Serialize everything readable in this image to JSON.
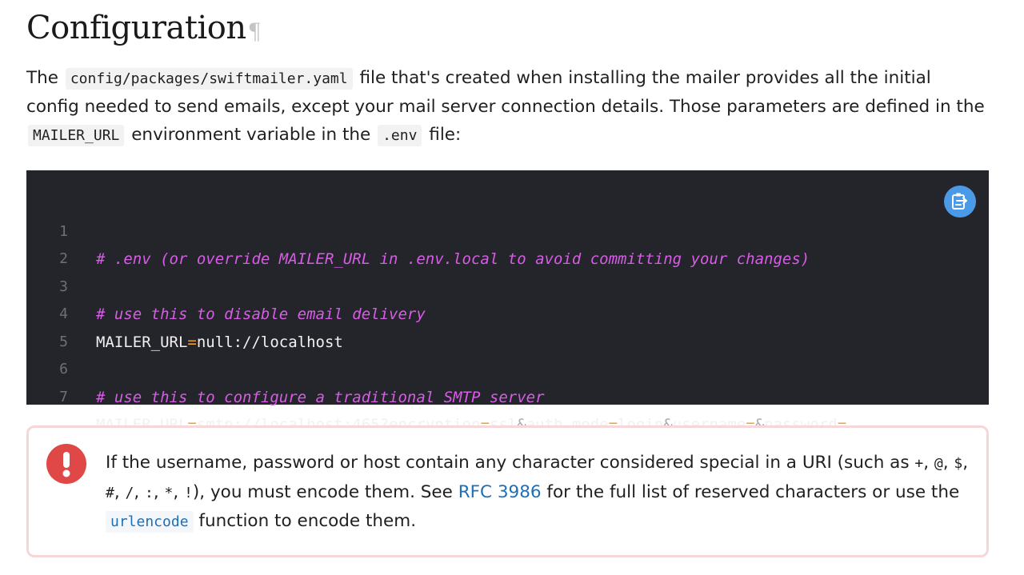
{
  "heading": {
    "title": "Configuration",
    "anchor": "¶"
  },
  "intro": {
    "t1": "The ",
    "code1": "config/packages/swiftmailer.yaml",
    "t2": " file that's created when installing the mailer provides all the initial config needed to send emails, except your mail server connection details. Those parameters are defined in the ",
    "code2": "MAILER_URL",
    "t3": " environment variable in the ",
    "code3": ".env",
    "t4": " file:"
  },
  "code_block": {
    "lines": [
      {
        "no": "1",
        "comment": "# .env (or override MAILER_URL in .env.local to avoid committing your changes)"
      },
      {
        "no": "2"
      },
      {
        "no": "3",
        "comment": "# use this to disable email delivery"
      },
      {
        "no": "4",
        "key": "MAILER_URL",
        "eq": "=",
        "value": "null://localhost"
      },
      {
        "no": "5"
      },
      {
        "no": "6",
        "comment": "# use this to configure a traditional SMTP server"
      },
      {
        "no": "7",
        "key": "MAILER_URL",
        "eq": "=",
        "value": "smtp://localhost:465?encryption",
        "eq2": "=",
        "v2": "ssl",
        "amp1": "&",
        "k3": "auth_mode",
        "eq3": "=",
        "v3": "login",
        "amp2": "&",
        "k4": "username",
        "eq4": "=",
        "amp3": "&",
        "k5": "password",
        "eq5": "="
      }
    ],
    "copy_icon": "copy-to-clipboard-icon"
  },
  "caution": {
    "icon": "exclamation-icon",
    "t1": "If the username, password or host contain any character considered special in a URI (such as ",
    "c_plus": "+",
    "sep": ", ",
    "c_at": "@",
    "c_dollar": "$",
    "c_hash": "#",
    "c_slash": "/",
    "c_colon": ":",
    "c_star": "*",
    "c_bang": "!",
    "t2": "), you must encode them. See ",
    "link_rfc": "RFC 3986",
    "t3": " for the full list of reserved characters or use the ",
    "link_func": "urlencode",
    "t4": " function to encode them."
  },
  "colors": {
    "code_bg": "#24242b",
    "comment": "#d85de6",
    "operator": "#f0a030",
    "link": "#1f6fb5",
    "caution_border": "#f7d6d8",
    "caution_icon": "#e04747",
    "copy_button": "#4a9ae8"
  }
}
